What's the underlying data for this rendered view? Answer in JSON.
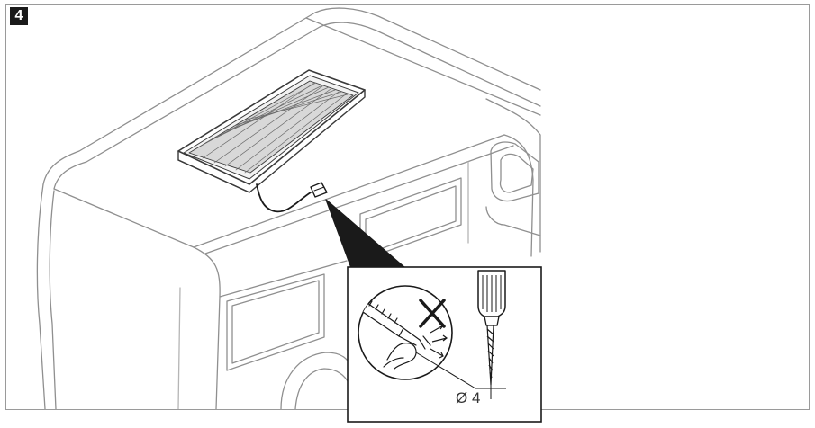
{
  "figure": {
    "step_number": "4",
    "drill_diameter_label": "Ø 4"
  },
  "icons": [
    "caravan-illustration",
    "solar-panel",
    "cable-connector",
    "drill-bit",
    "prohibited-x-icon"
  ]
}
